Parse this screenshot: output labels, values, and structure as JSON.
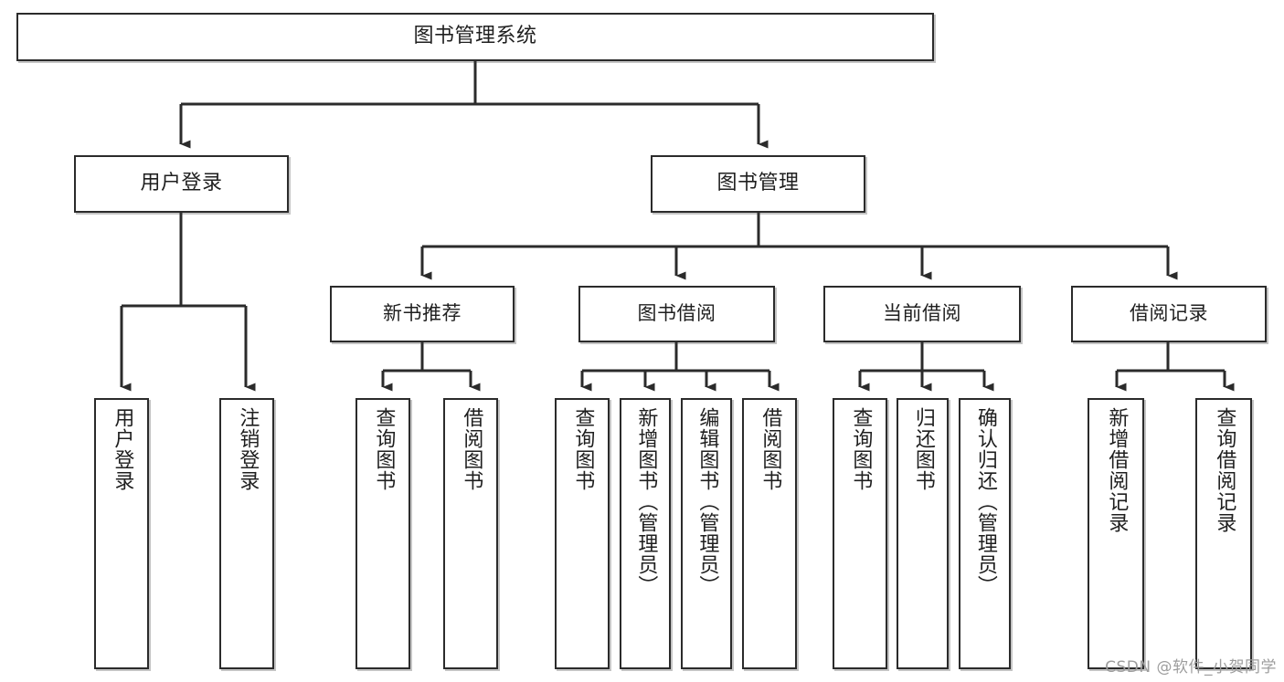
{
  "diagram": {
    "title": "图书管理系统",
    "watermark": "CSDN @软件_小贺同学",
    "root": {
      "label": "图书管理系统"
    },
    "level2": [
      {
        "label": "用户登录"
      },
      {
        "label": "图书管理"
      }
    ],
    "level3": [
      {
        "label": "新书推荐"
      },
      {
        "label": "图书借阅"
      },
      {
        "label": "当前借阅"
      },
      {
        "label": "借阅记录"
      }
    ],
    "leaves": {
      "user_login": [
        {
          "label": "用户登录"
        },
        {
          "label": "注销登录"
        }
      ],
      "new_book_recommend": [
        {
          "label": "查询图书"
        },
        {
          "label": "借阅图书"
        }
      ],
      "book_borrow": [
        {
          "label": "查询图书"
        },
        {
          "label": "新增图书（管理员）"
        },
        {
          "label": "编辑图书（管理员）"
        },
        {
          "label": "借阅图书"
        }
      ],
      "current_borrow": [
        {
          "label": "查询图书"
        },
        {
          "label": "归还图书"
        },
        {
          "label": "确认归还（管理员）"
        }
      ],
      "borrow_record": [
        {
          "label": "新增借阅记录"
        },
        {
          "label": "查询借阅记录"
        }
      ]
    },
    "colors": {
      "stroke": "#2b2b2b",
      "background": "#ffffff",
      "text": "#1f1f1f",
      "watermark": "#9d9d9d"
    }
  }
}
